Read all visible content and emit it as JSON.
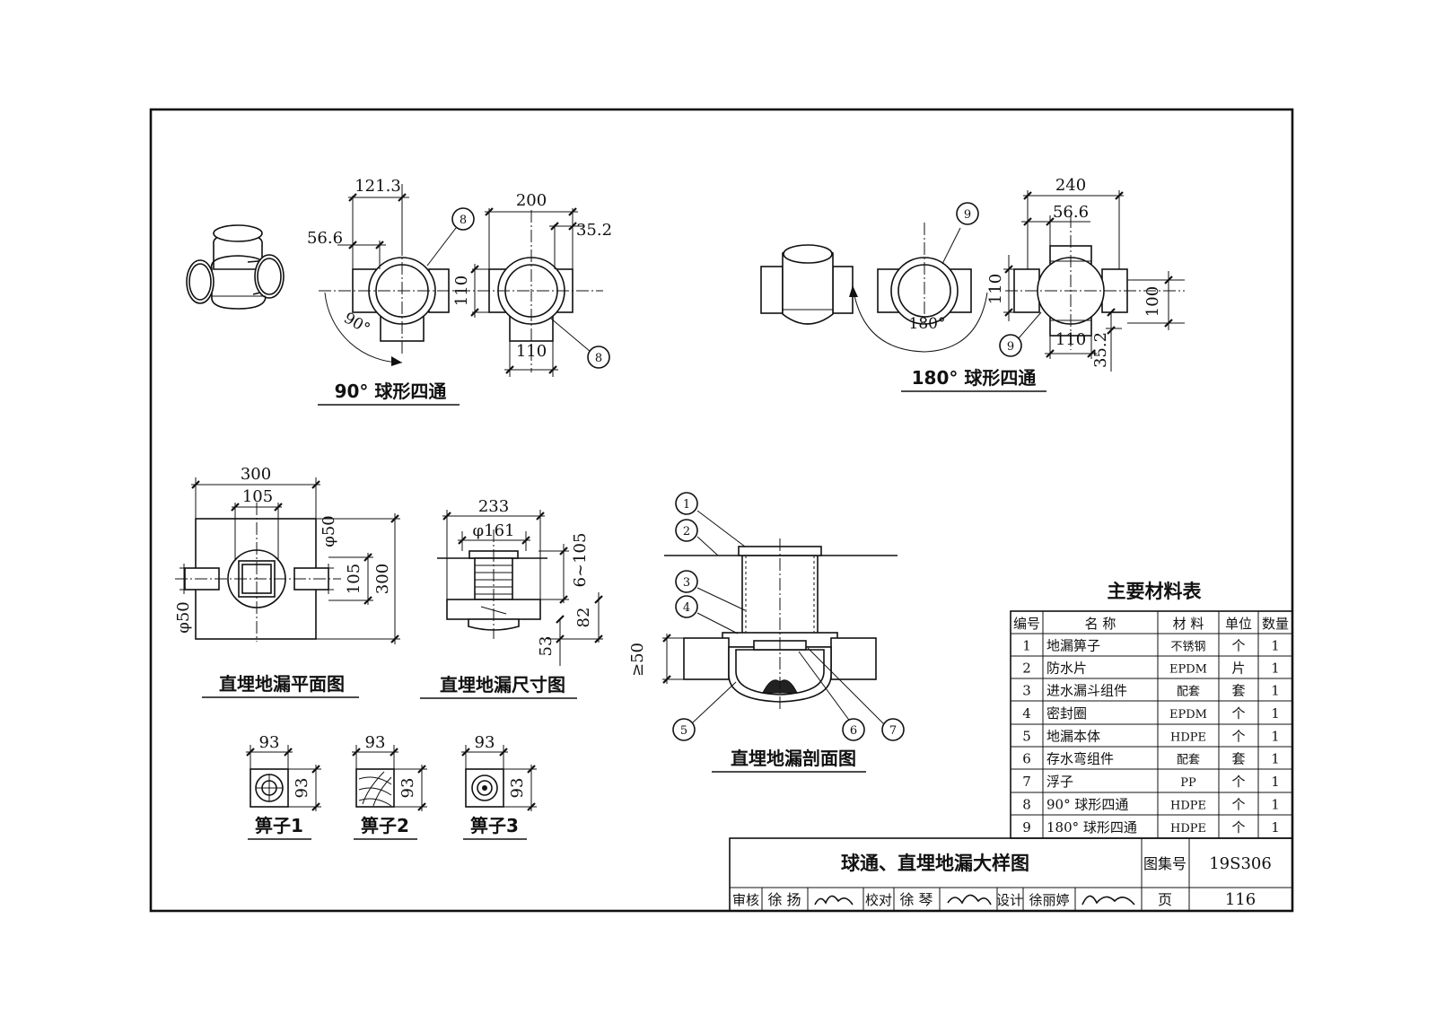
{
  "views": {
    "cross90": {
      "title": "90° 球形四通",
      "dims": {
        "a": "121.3",
        "b": "56.6",
        "c": "200",
        "d": "35.2",
        "e": "110",
        "f": "110"
      },
      "angle": "90°",
      "callouts": [
        "8",
        "8"
      ]
    },
    "cross180": {
      "title": "180° 球形四通",
      "dims": {
        "a": "240",
        "b": "56.6",
        "c": "110",
        "d": "110",
        "e": "100",
        "f": "35.2"
      },
      "angle": "180°",
      "callouts": [
        "9",
        "9"
      ]
    },
    "plan": {
      "title": "直埋地漏平面图",
      "dims": {
        "w": "300",
        "inner": "105",
        "phi_top": "φ50",
        "side": "105",
        "h": "300",
        "phi_left": "φ50"
      }
    },
    "size": {
      "title": "直埋地漏尺寸图",
      "dims": {
        "w": "233",
        "phi": "φ161",
        "r1": "6~105",
        "r2": "82",
        "r3": "53"
      }
    },
    "section": {
      "title": "直埋地漏剖面图",
      "dims": {
        "h": "≥50"
      },
      "callouts": [
        "1",
        "2",
        "3",
        "4",
        "5",
        "6",
        "7"
      ]
    },
    "grates": [
      {
        "title": "箅子1",
        "w": "93",
        "h": "93"
      },
      {
        "title": "箅子2",
        "w": "93",
        "h": "93"
      },
      {
        "title": "箅子3",
        "w": "93",
        "h": "93"
      }
    ]
  },
  "materials": {
    "title": "主要材料表",
    "headers": [
      "编号",
      "名 称",
      "材 料",
      "单位",
      "数量"
    ],
    "rows": [
      [
        "1",
        "地漏箅子",
        "不锈钢",
        "个",
        "1"
      ],
      [
        "2",
        "防水片",
        "EPDM",
        "片",
        "1"
      ],
      [
        "3",
        "进水漏斗组件",
        "配套",
        "套",
        "1"
      ],
      [
        "4",
        "密封圈",
        "EPDM",
        "个",
        "1"
      ],
      [
        "5",
        "地漏本体",
        "HDPE",
        "个",
        "1"
      ],
      [
        "6",
        "存水弯组件",
        "配套",
        "套",
        "1"
      ],
      [
        "7",
        "浮子",
        "PP",
        "个",
        "1"
      ],
      [
        "8",
        "90° 球形四通",
        "HDPE",
        "个",
        "1"
      ],
      [
        "9",
        "180° 球形四通",
        "HDPE",
        "个",
        "1"
      ]
    ]
  },
  "title_block": {
    "drawing_title": "球通、直埋地漏大样图",
    "atlas_label": "图集号",
    "atlas_no": "19S306",
    "review_label": "审核",
    "reviewer": "徐 扬",
    "check_label": "校对",
    "checker": "徐 琴",
    "design_label": "设计",
    "designer": "徐丽婷",
    "page_label": "页",
    "page_no": "116"
  }
}
